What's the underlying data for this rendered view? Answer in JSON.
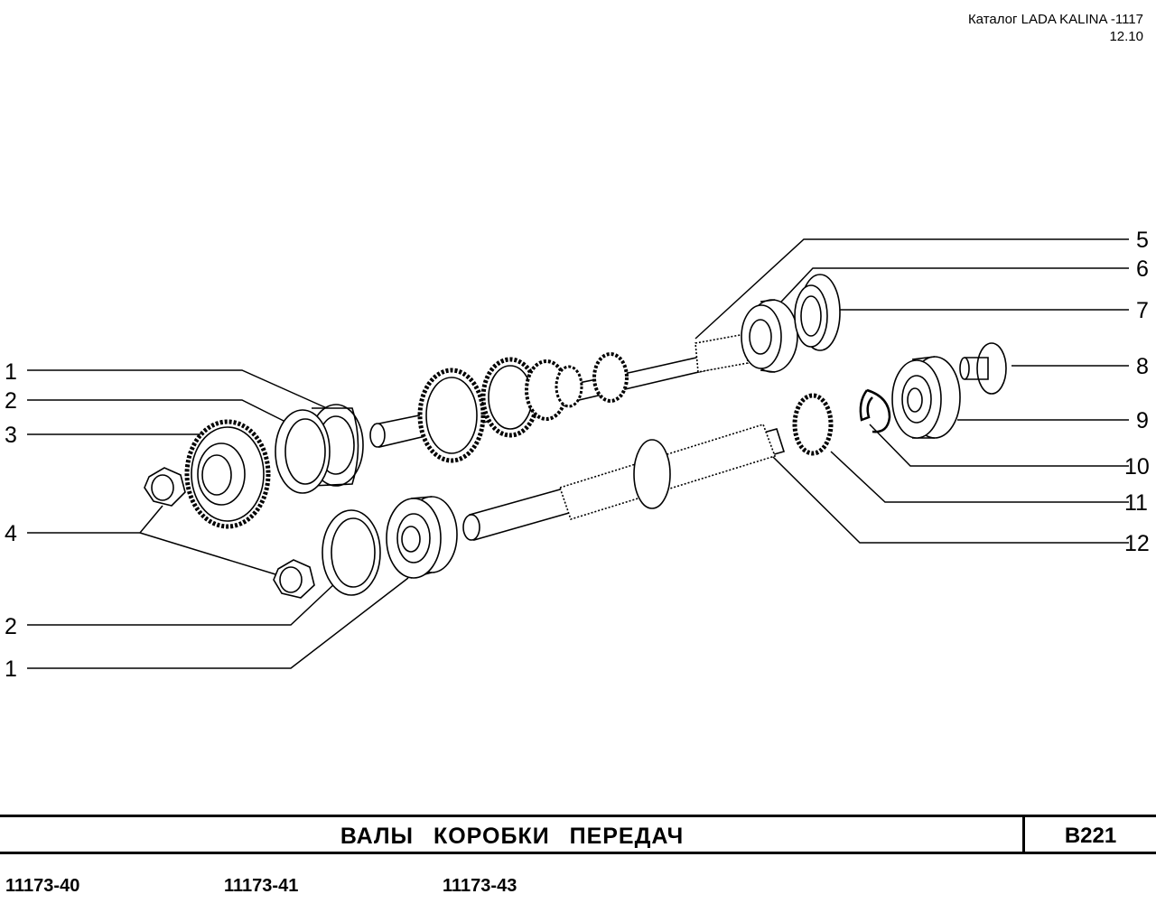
{
  "header": {
    "catalog": "Каталог LADA KALINA -1117",
    "date": "12.10"
  },
  "callouts": [
    "1",
    "2",
    "3",
    "4",
    "2",
    "1",
    "5",
    "6",
    "7",
    "8",
    "9",
    "10",
    "11",
    "12"
  ],
  "footer": {
    "title": "ВАЛЫ КОРОБКИ ПЕРЕДАЧ",
    "code": "B221",
    "models": [
      "11173-40",
      "11173-41",
      "11173-43"
    ]
  },
  "colors": {
    "ink": "#000000",
    "paper": "#ffffff"
  }
}
